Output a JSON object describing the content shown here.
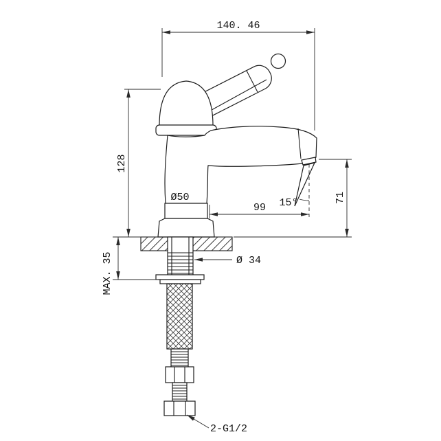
{
  "colors": {
    "background": "#ffffff",
    "object_line": "#1c1c1c",
    "dimension_line": "#2a2a2a",
    "text": "#141414"
  },
  "drawing": {
    "dimensions": {
      "overall_width": "140. 46",
      "body_height": "128",
      "base_diameter": "Ø50",
      "spout_reach": "99",
      "spout_angle": "15°",
      "outlet_height": "71",
      "shank_diameter": "Ø 34",
      "max_mount_thickness": "MAX. 35",
      "inlet_thread": "2-G1/2"
    }
  }
}
